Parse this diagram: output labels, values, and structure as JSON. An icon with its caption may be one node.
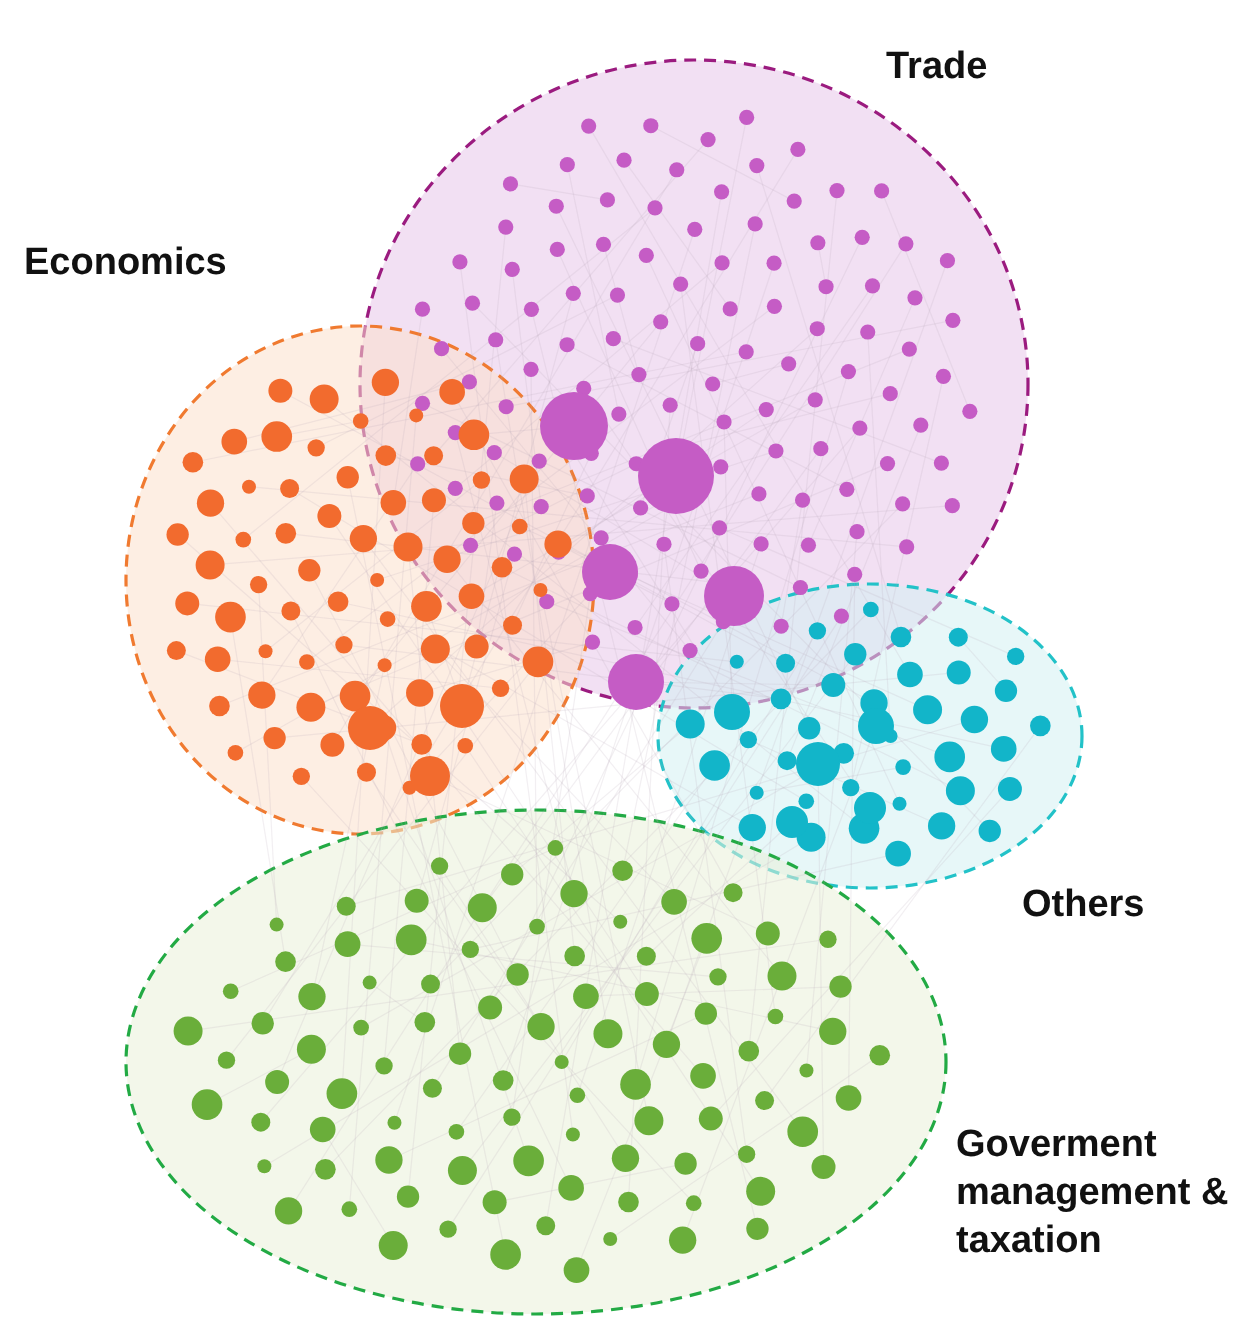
{
  "diagram": {
    "nodes": [
      {
        "text": [
          "Trade"
        ]
      },
      {
        "text": [
          "Economics"
        ]
      },
      {
        "text": [
          "Others"
        ]
      },
      {
        "text": [
          "Goverment management & taxation"
        ]
      }
    ]
  }
}
